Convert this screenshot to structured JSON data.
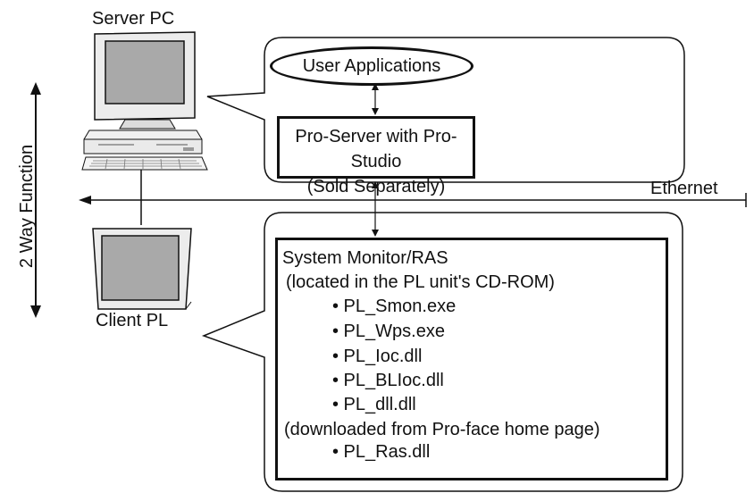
{
  "server_pc_label": "Server PC",
  "client_pl_label": "Client PL",
  "two_way_label": "2 Way Function",
  "ethernet_label": "Ethernet",
  "user_apps_label": "User Applications",
  "pro_server": {
    "line1": "Pro-Server with Pro-Studio",
    "line2": "(Sold Separately)"
  },
  "system_monitor": {
    "title": "System Monitor/RAS",
    "subtitle": "(located in the PL unit's CD-ROM)",
    "items": [
      "• PL_Smon.exe",
      "• PL_Wps.exe",
      "• PL_Ioc.dll",
      "• PL_BLIoc.dll",
      "• PL_dll.dll"
    ],
    "download_note": "(downloaded from Pro-face home page)",
    "download_items": [
      "• PL_Ras.dll"
    ]
  }
}
